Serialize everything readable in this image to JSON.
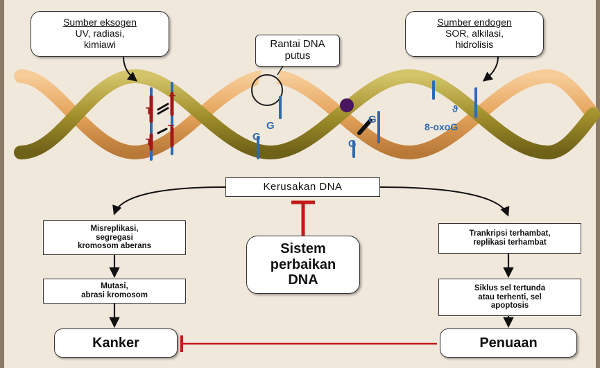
{
  "exogenous_source": {
    "title": "Sumber eksogen",
    "line1": "UV, radiasi,",
    "line2": "kimiawi"
  },
  "endogenous_source": {
    "title": "Sumber endogen",
    "line1": "SOR, alkilasi,",
    "line2": "hidrolisis"
  },
  "strand_break": {
    "line1": "Rantai DNA",
    "line2": "putus"
  },
  "dna_damage": "Kerusakan DNA",
  "repair_system": {
    "line1": "Sistem",
    "line2": "perbaikan",
    "line3": "DNA"
  },
  "left_branch": {
    "step1": {
      "line1": "Misreplikasi,",
      "line2": "segregasi",
      "line3": "kromosom aberans"
    },
    "step2": {
      "line1": "Mutasi,",
      "line2": "abrasi kromosom"
    },
    "outcome": "Kanker"
  },
  "right_branch": {
    "step1": {
      "line1": "Trankripsi terhambat,",
      "line2": "replikasi terhambat"
    },
    "step2": {
      "line1": "Siklus sel tertunda",
      "line2": "atau terhenti, sel",
      "line3": "apoptosis"
    },
    "outcome": "Penuaan"
  },
  "base_labels": {
    "thymine": "T",
    "guanine": "G",
    "oxoguanine": "8-oxoG"
  },
  "colors": {
    "background": "#f1e8dc",
    "strand_olive": "#a3912c",
    "strand_orange": "#e6a45c",
    "base_blue": "#2d6bb0",
    "base_red": "#a01818",
    "inhibit_red": "#c41a1a",
    "adduct_purple": "#4a1560"
  }
}
